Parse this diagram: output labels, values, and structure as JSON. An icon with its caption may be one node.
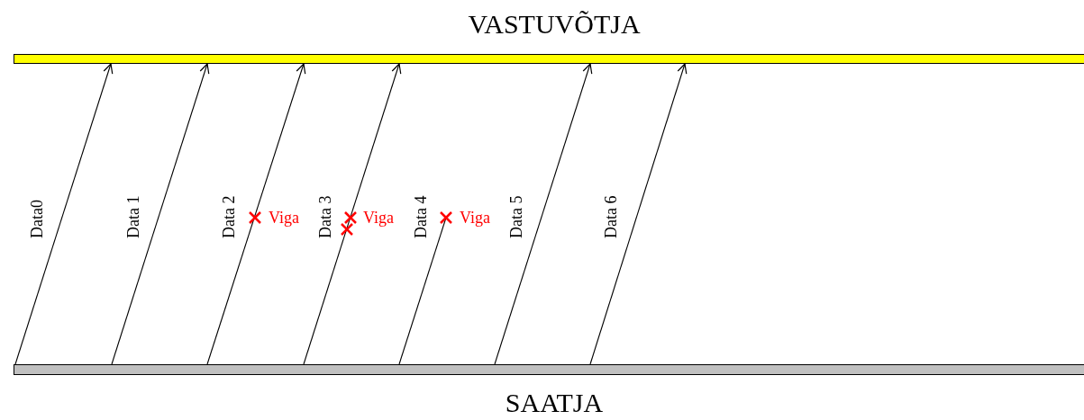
{
  "diagram": {
    "nodes": [
      {
        "text": [
          "VASTUVÕTJA"
        ]
      },
      {
        "text": [
          "SAATJA"
        ]
      }
    ],
    "edges": [
      {
        "from": 1,
        "to": 0,
        "arrow": "to",
        "label": "Data0"
      },
      {
        "from": 1,
        "to": 0,
        "arrow": "to",
        "label": "Data 1"
      },
      {
        "from": 1,
        "to": 0,
        "arrow": "to",
        "label": "Data 2"
      },
      {
        "from": 1,
        "to": 0,
        "arrow": "to",
        "label": "Data 3"
      },
      {
        "from": 1,
        "to": null,
        "arrow": "none",
        "label": "Data 4"
      },
      {
        "from": 1,
        "to": 0,
        "arrow": "to",
        "label": "Data 5"
      },
      {
        "from": 1,
        "to": 0,
        "arrow": "to",
        "label": "Data 6"
      }
    ],
    "labels": [
      "Viga",
      "Viga",
      "Viga"
    ]
  }
}
